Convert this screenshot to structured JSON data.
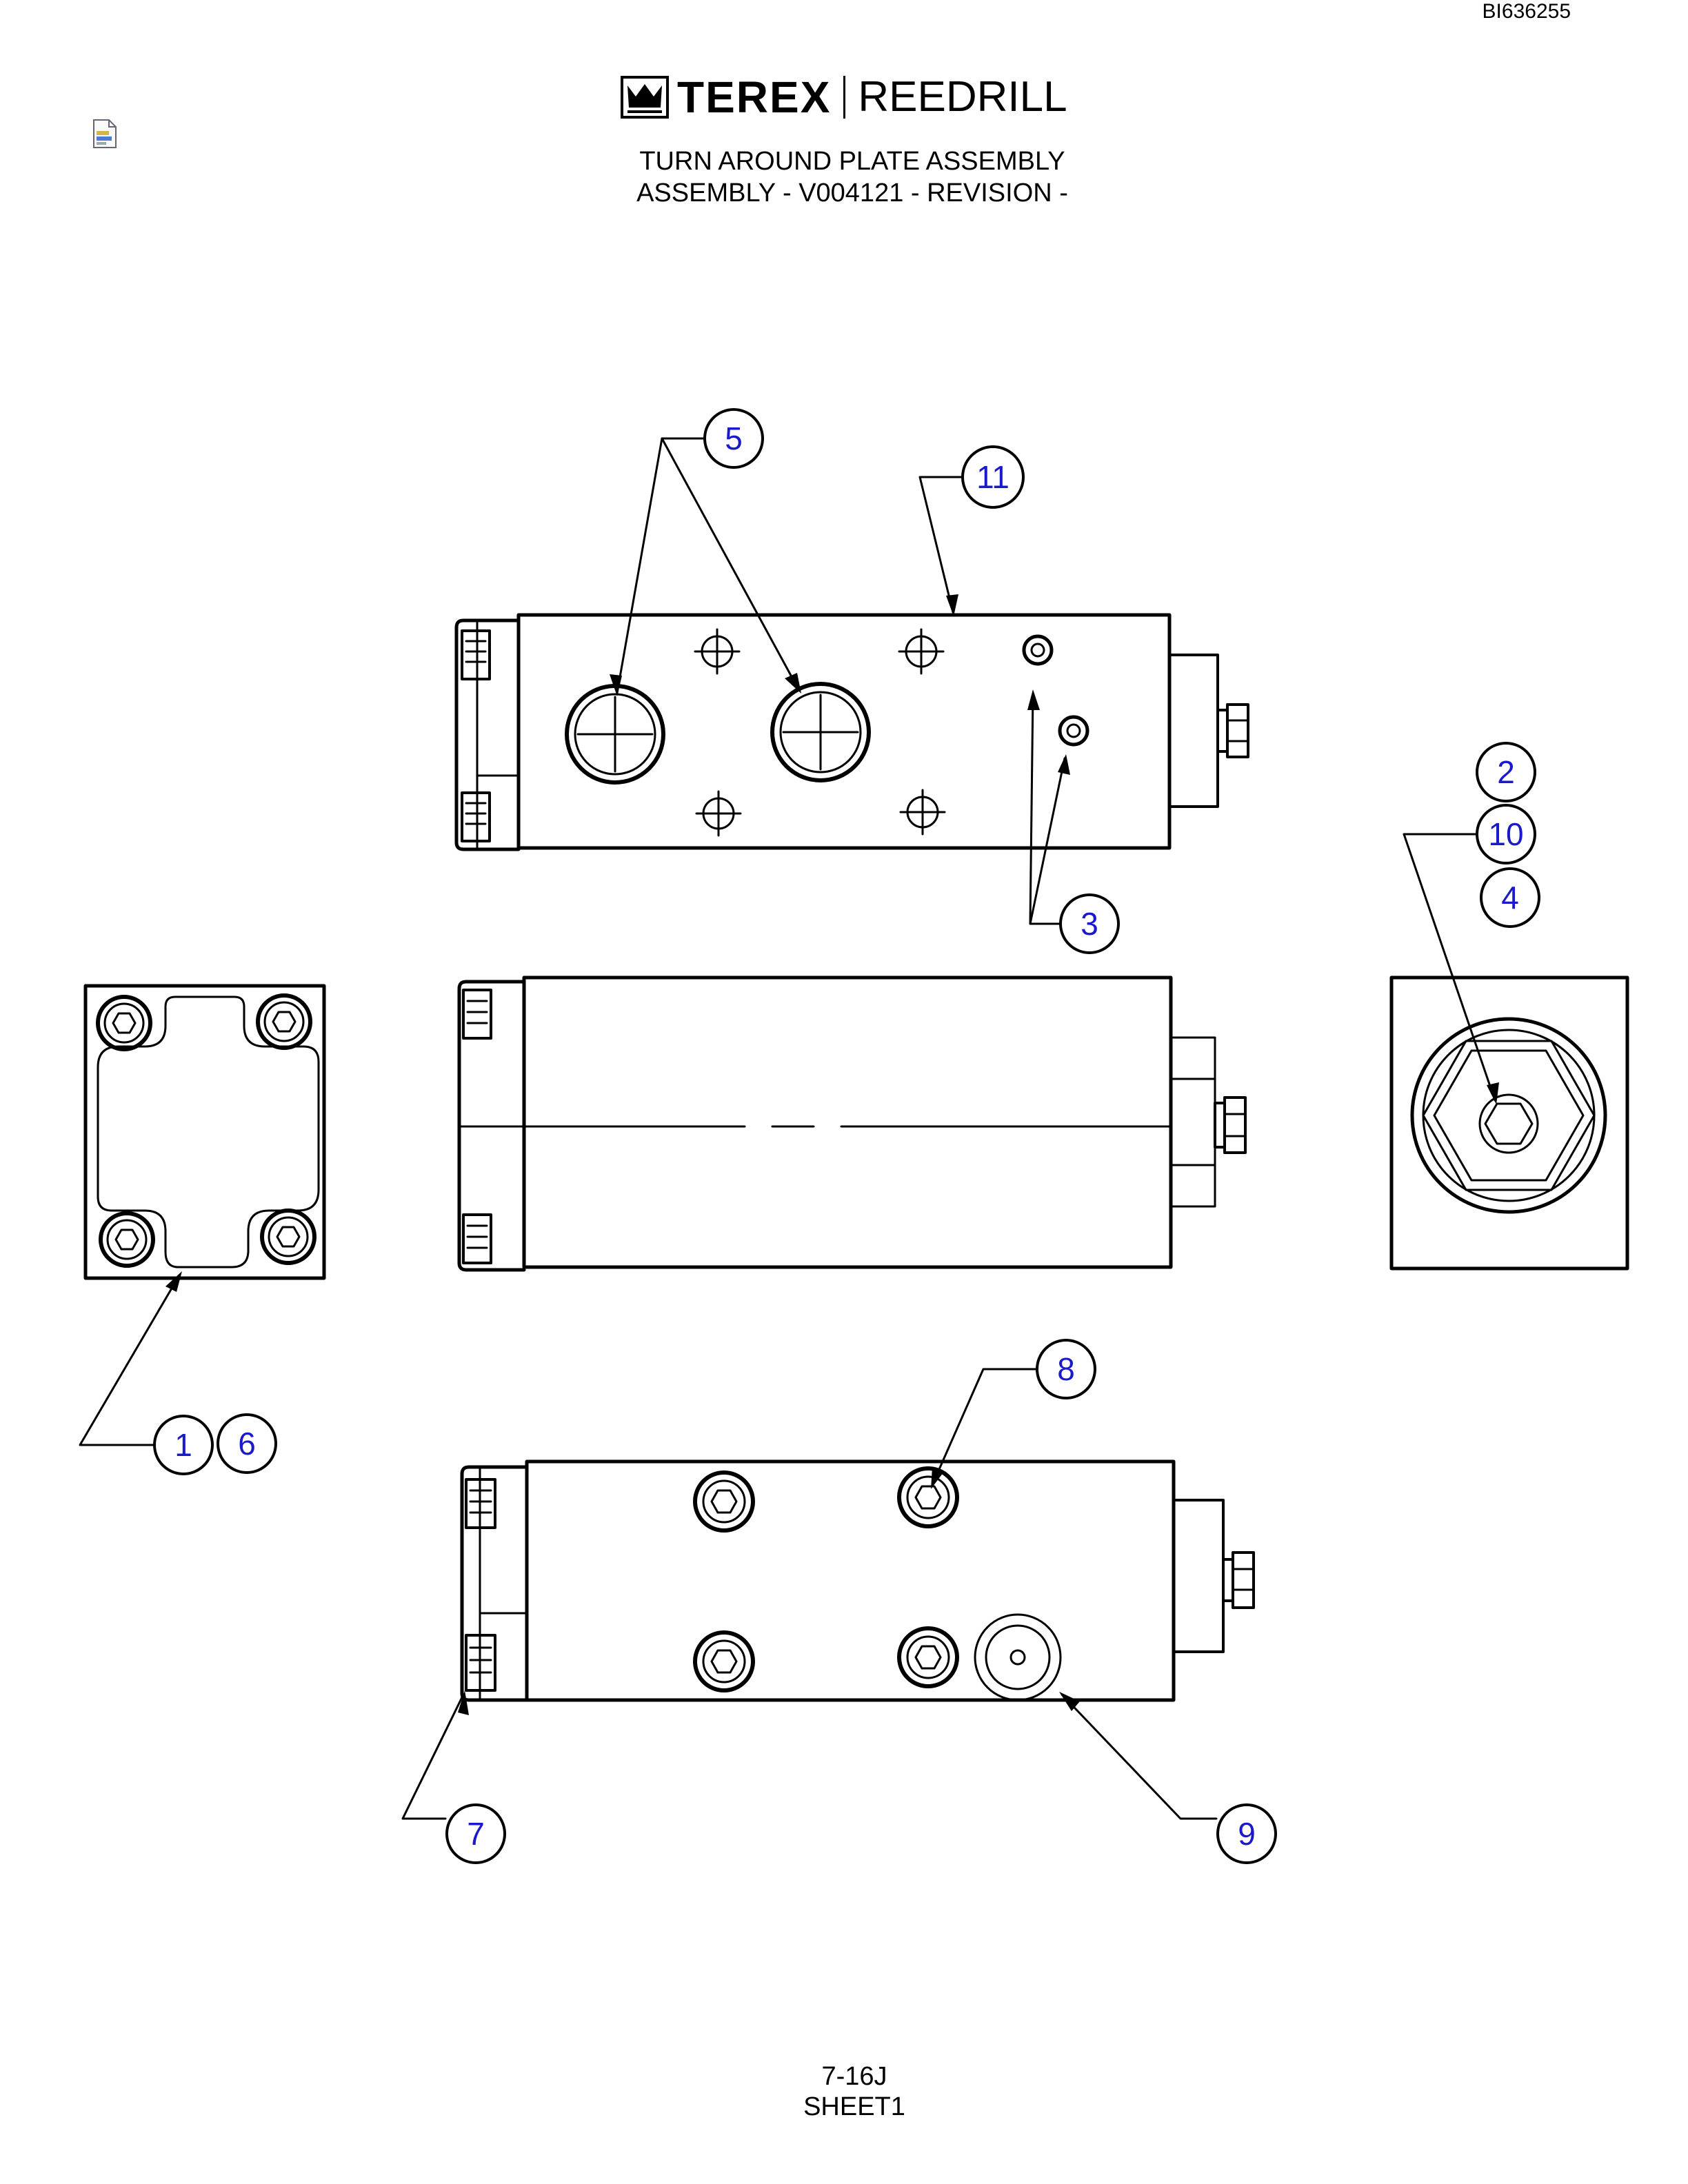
{
  "doc_id": "BI636255",
  "brand": {
    "name_left": "TEREX",
    "name_right": "REEDRILL"
  },
  "title": {
    "line1": "TURN AROUND PLATE ASSEMBLY",
    "line2": "ASSEMBLY - V004121 - REVISION -"
  },
  "footer": {
    "page": "7-16J",
    "sheet": "SHEET1"
  },
  "balloons": [
    "5",
    "11",
    "2",
    "10",
    "4",
    "3",
    "1",
    "6",
    "8",
    "7",
    "9"
  ],
  "colors": {
    "balloon_text": "#1a1acc",
    "line": "#000000"
  },
  "icons": [
    "terex-crown-icon",
    "document-icon"
  ]
}
